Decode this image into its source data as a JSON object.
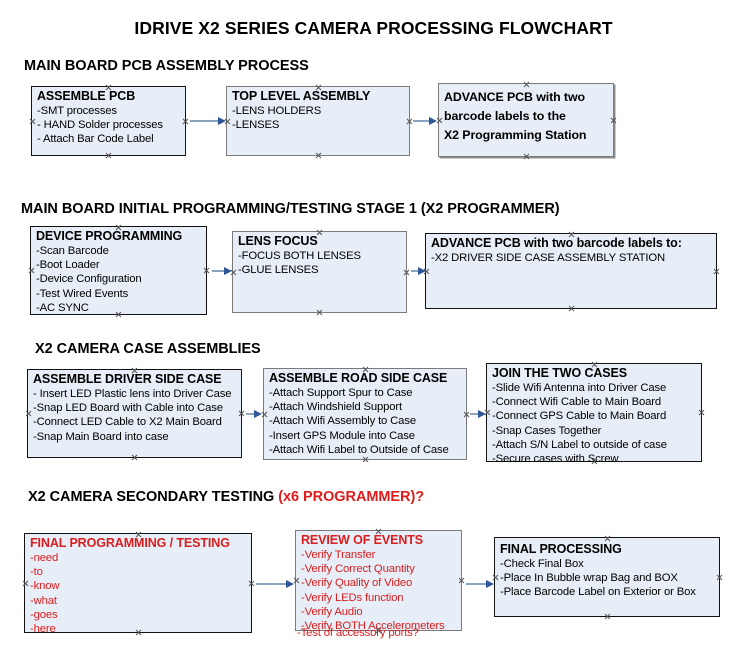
{
  "document": {
    "title": "IDRIVE X2  SERIES CAMERA PROCESSING FLOWCHART"
  },
  "colors": {
    "box_fill": "#e8eef7",
    "box_border_dark": "#111111",
    "box_border_gray": "#7a7a7a",
    "arrow_line": "#8aa4c0",
    "arrow_head": "#2f5597",
    "accent_red": "#d81e1e",
    "text": "#000000"
  },
  "sections": [
    {
      "heading": "MAIN BOARD PCB ASSEMBLY PROCESS",
      "heading_accent": "",
      "nodes": [
        {
          "title": "ASSEMBLE PCB",
          "lines": [
            "-SMT processes",
            "- HAND Solder processes",
            "- Attach Bar Code Label"
          ]
        },
        {
          "title": "TOP LEVEL ASSEMBLY",
          "lines": [
            "-LENS HOLDERS",
            "-LENSES"
          ]
        },
        {
          "title": "",
          "lines": [
            "ADVANCE PCB with two",
            "barcode labels to the",
            " X2 Programming Station"
          ]
        }
      ]
    },
    {
      "heading": "MAIN BOARD INITIAL PROGRAMMING/TESTING STAGE 1 (X2 PROGRAMMER)",
      "heading_accent": "",
      "nodes": [
        {
          "title": "DEVICE PROGRAMMING",
          "lines": [
            "-Scan Barcode",
            "-Boot Loader",
            "-Device Configuration",
            "-Test Wired Events",
            "-AC SYNC"
          ]
        },
        {
          "title": "LENS FOCUS",
          "lines": [
            "-FOCUS BOTH LENSES",
            "-GLUE LENSES"
          ]
        },
        {
          "title": "ADVANCE PCB with two barcode labels to:",
          "lines": [
            "-X2 DRIVER  SIDE  CASE  ASSEMBLY STATION"
          ]
        }
      ]
    },
    {
      "heading": "X2 CAMERA CASE ASSEMBLIES",
      "heading_accent": "",
      "nodes": [
        {
          "title": "ASSEMBLE DRIVER SIDE CASE",
          "lines": [
            "- Insert LED Plastic lens into Driver Case",
            "-Snap LED Board with Cable into Case",
            "-Connect LED Cable to X2 Main Board",
            "-Snap Main Board into case"
          ]
        },
        {
          "title": "ASSEMBLE ROAD SIDE CASE",
          "lines": [
            "-Attach Support Spur to Case",
            "-Attach Windshield Support",
            "-Attach Wifi Assembly to Case",
            "-Insert GPS Module into Case",
            "-Attach Wifi Label to Outside of Case"
          ]
        },
        {
          "title": "JOIN THE TWO CASES",
          "lines": [
            "-Slide Wifi Antenna into Driver Case",
            "-Connect Wifi Cable to Main Board",
            "-Connect GPS Cable to Main Board",
            "-Snap Cases Together",
            "-Attach S/N Label to outside of case",
            "-Secure cases with Screw"
          ]
        }
      ]
    },
    {
      "heading": "X2 CAMERA SECONDARY TESTING ",
      "heading_accent": "(x6 PROGRAMMER)?",
      "nodes": [
        {
          "title": "FINAL PROGRAMMING / TESTING",
          "lines": [
            "-need",
            "-to",
            "-know",
            "-what",
            "-goes",
            "-here"
          ]
        },
        {
          "title": "REVIEW OF EVENTS",
          "lines": [
            "-Verify Transfer",
            "-Verify Correct Quantity",
            "-Verify Quality of Video",
            "-Verify LEDs function",
            "-Verify Audio",
            "-Verify BOTH Accelerometers"
          ],
          "overflow_line": "-Test of accessory ports?"
        },
        {
          "title": "FINAL PROCESSING",
          "lines": [
            " -Check Final Box",
            "-Place In Bubble wrap Bag and BOX",
            "-Place Barcode Label on Exterior or Box"
          ]
        }
      ]
    }
  ]
}
